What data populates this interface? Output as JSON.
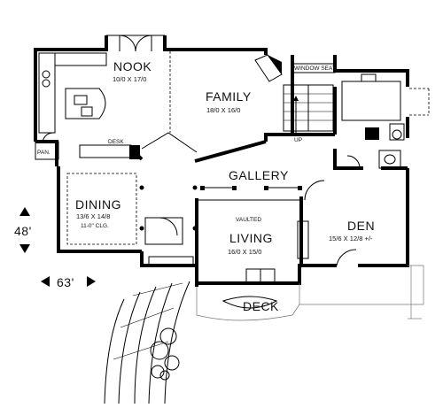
{
  "rooms": {
    "nook": {
      "name": "NOOK",
      "dims": "10/0  X  17/0"
    },
    "family": {
      "name": "FAMILY",
      "dims": "18/0  X  16/0"
    },
    "dining": {
      "name": "DINING",
      "dims": "13/6  X  14/8",
      "note": "11-0\" CLG."
    },
    "living": {
      "name": "LIVING",
      "dims": "16/0  X  15/0",
      "note": "VAULTED"
    },
    "den": {
      "name": "DEN",
      "dims": "15/6  X  12/8 +/-"
    },
    "gallery": {
      "name": "GALLERY"
    },
    "deck": {
      "name": "DECK"
    }
  },
  "labels": {
    "window_seat": "WINDOW SEAT",
    "desk": "DESK",
    "pantry": "PAN.",
    "up": "UP"
  },
  "overall": {
    "depth": "48'",
    "width": "63'"
  }
}
